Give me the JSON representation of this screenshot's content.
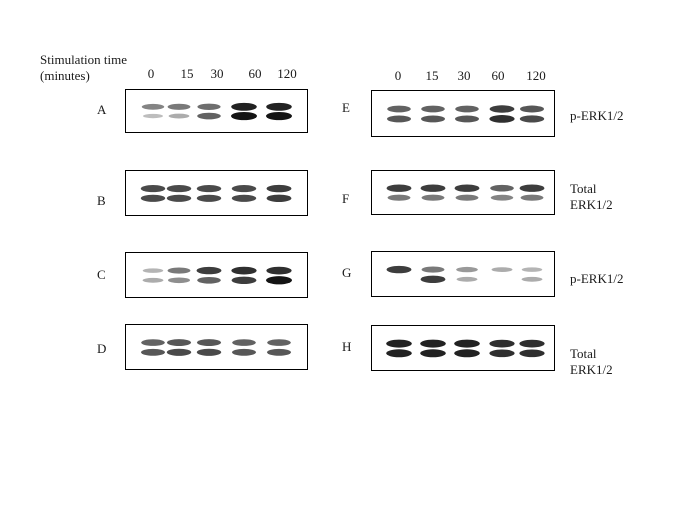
{
  "header": {
    "title_line1": "Stimulation time",
    "title_line2": "(minutes)"
  },
  "lanes_left": [
    "0",
    "15",
    "30",
    "60",
    "120"
  ],
  "lanes_right": [
    "0",
    "15",
    "30",
    "60",
    "120"
  ],
  "panels": [
    {
      "letter": "A",
      "bands": [
        [
          0.55,
          0.25
        ],
        [
          0.6,
          0.35
        ],
        [
          0.65,
          0.7
        ],
        [
          0.95,
          1.0
        ],
        [
          0.95,
          1.0
        ]
      ],
      "label": ""
    },
    {
      "letter": "B",
      "bands": [
        [
          0.8,
          0.8
        ],
        [
          0.8,
          0.8
        ],
        [
          0.8,
          0.8
        ],
        [
          0.8,
          0.8
        ],
        [
          0.85,
          0.85
        ]
      ],
      "label": ""
    },
    {
      "letter": "C",
      "bands": [
        [
          0.3,
          0.35
        ],
        [
          0.6,
          0.5
        ],
        [
          0.85,
          0.7
        ],
        [
          0.9,
          0.85
        ],
        [
          0.9,
          1.0
        ]
      ],
      "label": ""
    },
    {
      "letter": "D",
      "bands": [
        [
          0.7,
          0.75
        ],
        [
          0.75,
          0.8
        ],
        [
          0.75,
          0.8
        ],
        [
          0.7,
          0.75
        ],
        [
          0.7,
          0.75
        ]
      ],
      "label": ""
    },
    {
      "letter": "E",
      "bands": [
        [
          0.7,
          0.75
        ],
        [
          0.7,
          0.75
        ],
        [
          0.7,
          0.75
        ],
        [
          0.85,
          0.9
        ],
        [
          0.75,
          0.8
        ]
      ],
      "label": "p-ERK1/2"
    },
    {
      "letter": "F",
      "bands": [
        [
          0.85,
          0.6
        ],
        [
          0.85,
          0.6
        ],
        [
          0.85,
          0.6
        ],
        [
          0.7,
          0.55
        ],
        [
          0.85,
          0.6
        ]
      ],
      "label_line1": "Total",
      "label_line2": "ERK1/2"
    },
    {
      "letter": "G",
      "bands": [
        [
          0.85,
          0.0
        ],
        [
          0.6,
          0.85
        ],
        [
          0.45,
          0.35
        ],
        [
          0.35,
          0.0
        ],
        [
          0.3,
          0.35
        ]
      ],
      "label": "p-ERK1/2"
    },
    {
      "letter": "H",
      "bands": [
        [
          0.95,
          0.95
        ],
        [
          0.95,
          0.95
        ],
        [
          0.95,
          0.95
        ],
        [
          0.9,
          0.9
        ],
        [
          0.9,
          0.9
        ]
      ],
      "label_line1": "Total",
      "label_line2": "ERK1/2"
    }
  ]
}
